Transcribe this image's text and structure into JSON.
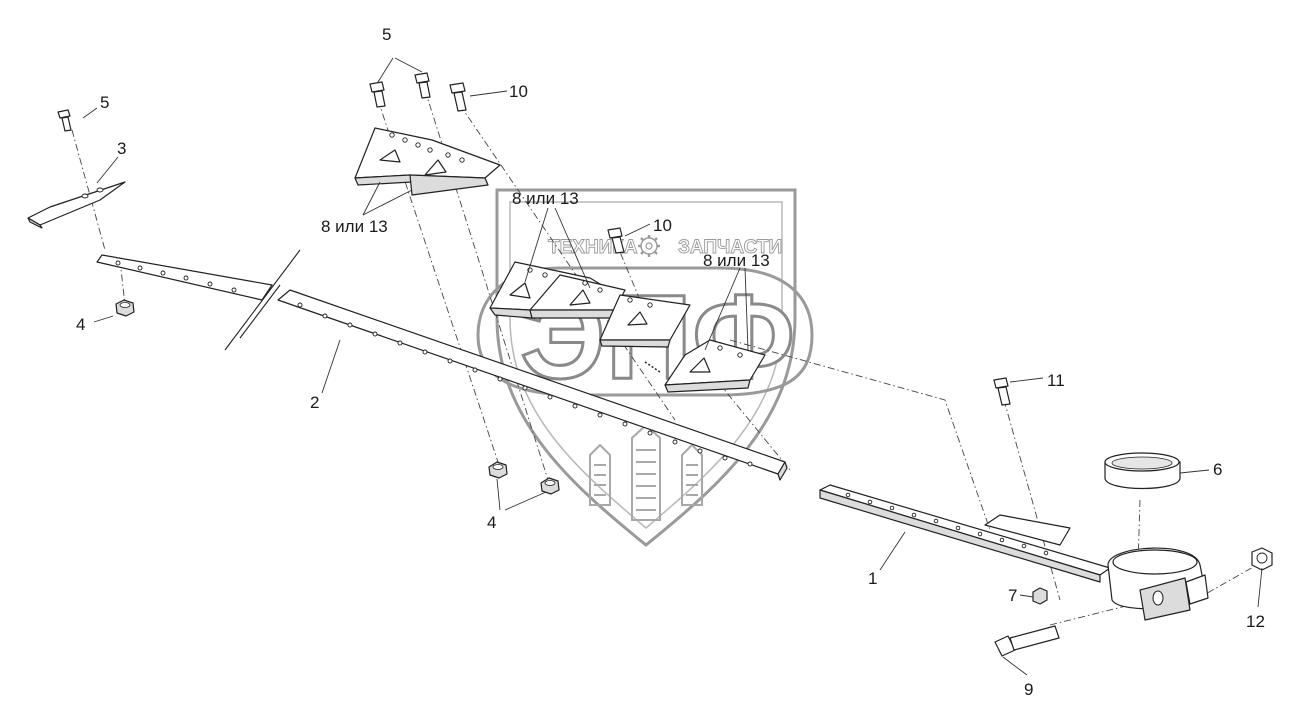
{
  "watermark": {
    "brand_left": "ТЕХНИКА",
    "brand_right": "ЗАПЧАСТИ",
    "logo_letters": "ЭПФ",
    "colors": {
      "outline": "#8a8a8a",
      "fill": "#ffffff"
    }
  },
  "callouts": [
    {
      "id": "c5a",
      "text": "5"
    },
    {
      "id": "c3",
      "text": "3"
    },
    {
      "id": "c5b",
      "text": "5"
    },
    {
      "id": "c10a",
      "text": "10"
    },
    {
      "id": "c8a",
      "text": "8 или 13"
    },
    {
      "id": "c8b",
      "text": "8 или 13"
    },
    {
      "id": "c10b",
      "text": "10"
    },
    {
      "id": "c8c",
      "text": "8 или 13"
    },
    {
      "id": "c4a",
      "text": "4"
    },
    {
      "id": "c2",
      "text": "2"
    },
    {
      "id": "c11",
      "text": "11"
    },
    {
      "id": "c6",
      "text": "6"
    },
    {
      "id": "c4b",
      "text": "4"
    },
    {
      "id": "c1",
      "text": "1"
    },
    {
      "id": "c7",
      "text": "7"
    },
    {
      "id": "c12",
      "text": "12"
    },
    {
      "id": "c9",
      "text": "9"
    }
  ]
}
